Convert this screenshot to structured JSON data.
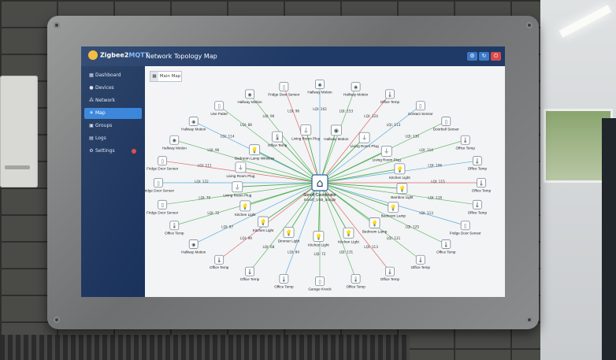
{
  "app": {
    "brand_prefix": "Zigbee2",
    "brand_suffix": "MQTT",
    "page_title": "Network Topology Map"
  },
  "header": {
    "buttons": [
      {
        "icon": "gear-icon",
        "color": "#3c79c7"
      },
      {
        "icon": "refresh-icon",
        "color": "#3c79c7"
      },
      {
        "icon": "power-icon",
        "color": "#d84b4b"
      }
    ]
  },
  "sidebar": {
    "items": [
      {
        "label": "Dashboard",
        "icon": "dashboard-icon"
      },
      {
        "label": "Devices",
        "icon": "devices-icon"
      },
      {
        "label": "Network",
        "icon": "network-icon"
      },
      {
        "label": "Map",
        "icon": "map-icon",
        "active": true
      },
      {
        "label": "Groups",
        "icon": "groups-icon"
      },
      {
        "label": "Logs",
        "icon": "logs-icon"
      },
      {
        "label": "Settings",
        "icon": "settings-icon",
        "badge": true
      }
    ]
  },
  "toolbar": {
    "main_map_label": "Main Map"
  },
  "coordinator": {
    "name": "Sonoff Coordinator",
    "sub": "Sonoff_USB_dongle"
  },
  "nodes": [
    {
      "label": "Hallway Motion",
      "icon": "motion-sensor-icon",
      "lqi": "LQI: 162"
    },
    {
      "label": "Hallway Motion",
      "icon": "motion-sensor-icon",
      "lqi": "LQI: 153"
    },
    {
      "label": "Office Temp",
      "icon": "thermometer-icon",
      "lqi": "LQI: 124"
    },
    {
      "label": "Contact Sensor",
      "icon": "contact-sensor-icon",
      "lqi": "LQI: 113"
    },
    {
      "label": "Doorbell Sensor",
      "icon": "contact-sensor-icon",
      "lqi": "LQI: 130"
    },
    {
      "label": "Office Temp",
      "icon": "thermometer-icon",
      "lqi": "LQI: 114"
    },
    {
      "label": "Office Temp",
      "icon": "thermometer-icon",
      "lqi": "LQI: 106"
    },
    {
      "label": "Office Temp",
      "icon": "thermometer-icon",
      "lqi": "LQI: 115"
    },
    {
      "label": "Office Temp",
      "icon": "thermometer-icon",
      "lqi": "LQI: 118"
    },
    {
      "label": "Fridge Door Sensor",
      "icon": "contact-sensor-icon",
      "lqi": "LQI: 113"
    },
    {
      "label": "Office Temp",
      "icon": "thermometer-icon",
      "lqi": "LQI: 125"
    },
    {
      "label": "Office Temp",
      "icon": "thermometer-icon",
      "lqi": "LQI: 121"
    },
    {
      "label": "Office Temp",
      "icon": "thermometer-icon",
      "lqi": "LQI: 113"
    },
    {
      "label": "Office Temp",
      "icon": "thermometer-icon",
      "lqi": "LQI: 131"
    },
    {
      "label": "Garage Knock",
      "icon": "contact-sensor-icon",
      "lqi": "LQI: 72"
    },
    {
      "label": "Office Temp",
      "icon": "thermometer-icon",
      "lqi": "LQI: 84"
    },
    {
      "label": "Office Temp",
      "icon": "thermometer-icon",
      "lqi": "LQI: 68"
    },
    {
      "label": "Office Temp",
      "icon": "thermometer-icon",
      "lqi": "LQI: 99"
    },
    {
      "label": "Hallway Motion",
      "icon": "motion-sensor-icon",
      "lqi": "LQI: 97"
    },
    {
      "label": "Office Temp",
      "icon": "thermometer-icon",
      "lqi": "LQI: 72"
    },
    {
      "label": "Fridge Door Sensor",
      "icon": "contact-sensor-icon",
      "lqi": "LQI: 70"
    },
    {
      "label": "Fridge Door Sensor",
      "icon": "contact-sensor-icon",
      "lqi": "LQI: 122"
    },
    {
      "label": "Fridge Door Sensor",
      "icon": "contact-sensor-icon",
      "lqi": "LQI: 111"
    },
    {
      "label": "Hallway Motion",
      "icon": "motion-sensor-icon",
      "lqi": "LQI: 96"
    },
    {
      "label": "Hallway Motion",
      "icon": "motion-sensor-icon",
      "lqi": "LQI: 114"
    },
    {
      "label": "Use Patter",
      "icon": "contact-sensor-icon",
      "lqi": "LQI: 88"
    },
    {
      "label": "Hallway Motion",
      "icon": "motion-sensor-icon",
      "lqi": "LQI: 96"
    },
    {
      "label": "Fridge Door Sensor",
      "icon": "contact-sensor-icon",
      "lqi": "LQI: 96"
    }
  ],
  "routers": [
    {
      "label": "Hallway Motion",
      "icon": "motion-sensor-icon"
    },
    {
      "label": "Living Room Plug",
      "icon": "plug-icon"
    },
    {
      "label": "Living Room Plug",
      "icon": "plug-icon"
    },
    {
      "label": "Kitchen Light",
      "icon": "bulb-icon"
    },
    {
      "label": "Bamboo Light",
      "icon": "bulb-icon"
    },
    {
      "label": "Bedroom Lamp",
      "icon": "bulb-icon"
    },
    {
      "label": "Bedroom Lamp",
      "icon": "bulb-icon"
    },
    {
      "label": "Kitchen Light",
      "icon": "bulb-icon"
    },
    {
      "label": "Kitchen Light",
      "icon": "bulb-icon"
    },
    {
      "label": "Dimmer Light",
      "icon": "bulb-icon"
    },
    {
      "label": "Kitchen Light",
      "icon": "bulb-icon"
    },
    {
      "label": "Kitchen Light",
      "icon": "bulb-icon"
    },
    {
      "label": "Living Room Plug",
      "icon": "plug-icon"
    },
    {
      "label": "Living Room Plug",
      "icon": "plug-icon"
    },
    {
      "label": "Bedroom Lamp Wireless",
      "icon": "bulb-icon"
    },
    {
      "label": "Office Temp",
      "icon": "thermometer-icon"
    },
    {
      "label": "Living Room Plug",
      "icon": "plug-icon"
    }
  ]
}
